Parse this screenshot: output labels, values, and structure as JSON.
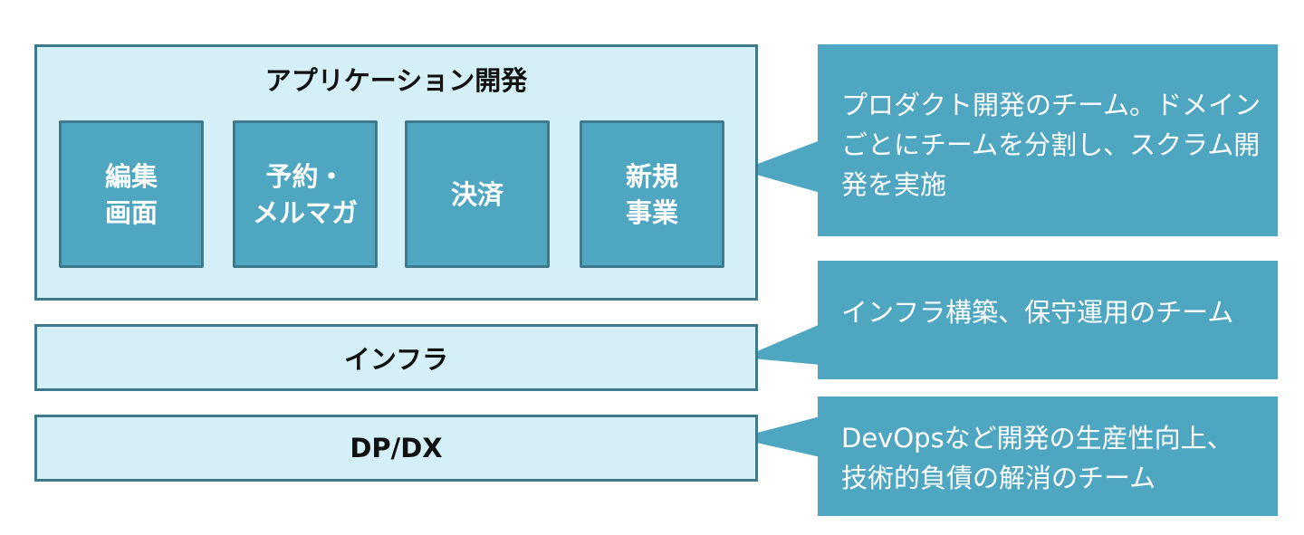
{
  "diagram": {
    "application": {
      "title": "アプリケーション開発",
      "teams": [
        {
          "label": "編集\n画面"
        },
        {
          "label": "予約・\nメルマガ"
        },
        {
          "label": "決済"
        },
        {
          "label": "新規\n事業"
        }
      ]
    },
    "infra": {
      "title": "インフラ"
    },
    "dpdx": {
      "title": "DP/DX"
    },
    "callouts": [
      {
        "text": "プロダクト開発のチーム。ドメイン\nごとにチームを分割し、スクラム開\n発を実施"
      },
      {
        "text": "インフラ構築、保守運用のチーム"
      },
      {
        "text": "DevOpsなど開発の生産性向上、\n技術的負債の解消のチーム"
      }
    ],
    "colors": {
      "light_fill": "#D4EFF5",
      "dark_fill": "#4FA6C1",
      "border": "#3E7A8C",
      "title_text": "#111111",
      "callout_text": "#FFFFFF"
    }
  }
}
